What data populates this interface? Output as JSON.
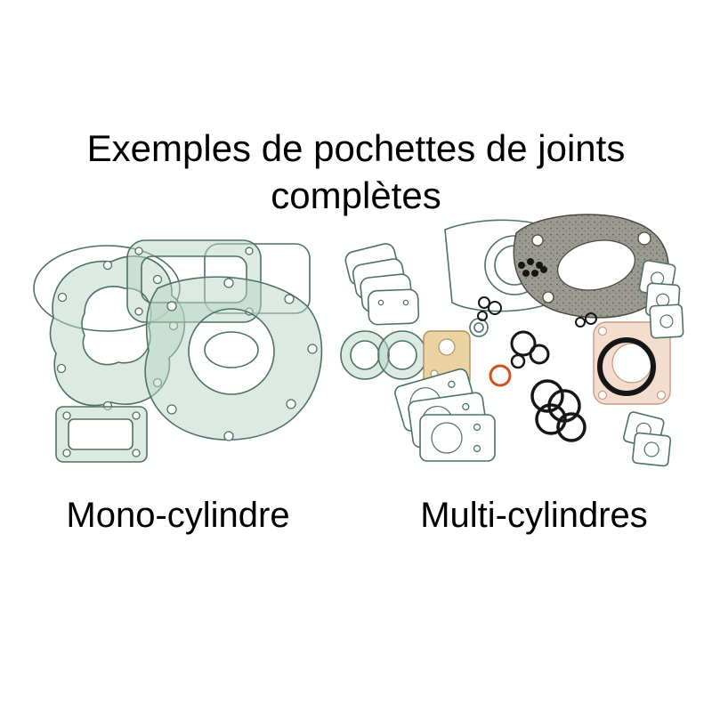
{
  "title": {
    "line1": "Exemples de pochettes de joints",
    "line2": "complètes"
  },
  "captions": {
    "mono": "Mono-cylindre",
    "multi": "Multi-cylindres"
  },
  "colors": {
    "background": "#ffffff",
    "text": "#000000",
    "gasket_teal": "#b9d6c6",
    "gasket_outline": "#4e7263",
    "cork_gray": "#9a9a90",
    "cork_dot": "#5f5f57",
    "tan": "#ecd3a4",
    "tan_outline": "#b3905e",
    "peach": "#f3ddce",
    "peach_outline": "#c79c86",
    "ring_black": "#161616",
    "orange": "#d2511e"
  }
}
